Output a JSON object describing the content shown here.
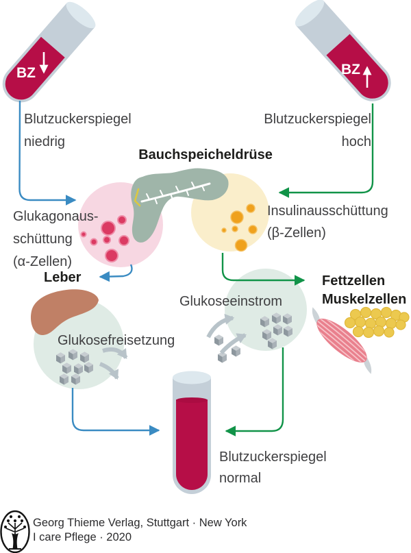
{
  "tubes": {
    "low_badge": "BZ",
    "high_badge": "BZ"
  },
  "captions": {
    "low": {
      "line1": "Blutzuckerspiegel",
      "line2": "niedrig"
    },
    "high": {
      "line1": "Blutzuckerspiegel",
      "line2": "hoch"
    },
    "normal": {
      "line1": "Blutzuckerspiegel",
      "line2": "normal"
    }
  },
  "pancreas": {
    "title": "Bauchspeicheldrüse"
  },
  "hormones": {
    "glucagon": {
      "line1": "Glukagonaus-",
      "line2": "schüttung",
      "line3": "(α-Zellen)"
    },
    "insulin": {
      "line1": "Insulinausschüttung",
      "line2": "(β-Zellen)"
    }
  },
  "organs": {
    "liver": "Leber",
    "fat": "Fettzellen",
    "muscle": "Muskelzellen"
  },
  "processes": {
    "influx": "Glukoseeinstrom",
    "release": "Glukosefreisetzung"
  },
  "footer": {
    "line1": "Georg Thieme Verlag, Stuttgart · New York",
    "line2": "I care Pflege · 2020"
  },
  "colors": {
    "blood": "#b60e47",
    "glass": "#c4cfd8",
    "glass_rim": "#dde8ee",
    "pink_cell_bg": "#f7d7e2",
    "glucagon_dot": "#db3a62",
    "yellow_cell_bg": "#faeecb",
    "insulin_dot": "#efa11d",
    "pancreas": "#9fb5a9",
    "liver": "#c08066",
    "process_circle": "#dfebe5",
    "cube_gray": "#9aa4ab",
    "muscle": "#e9808d",
    "fat": "#ecc94f",
    "arrow_blue": "#3a8bc2",
    "arrow_green": "#119348",
    "text": "#3f3f41"
  }
}
